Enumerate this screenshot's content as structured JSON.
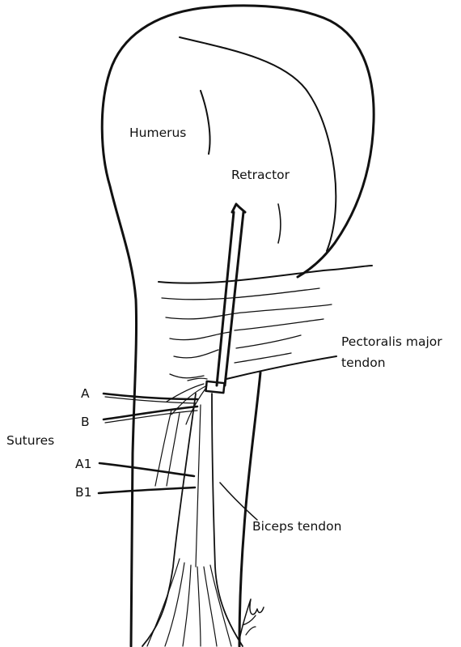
{
  "labels": {
    "humerus": "Humerus",
    "retractor": "Retractor",
    "pectoralis_line1": "Pectoralis major",
    "pectoralis_line2": "tendon",
    "sutures": "Sutures",
    "suture_a": "A",
    "suture_b": "B",
    "suture_a1": "A1",
    "suture_b1": "B1",
    "biceps": "Biceps tendon"
  },
  "colors": {
    "ink": "#111111",
    "paper": "#ffffff"
  },
  "signature": "signature-mark"
}
